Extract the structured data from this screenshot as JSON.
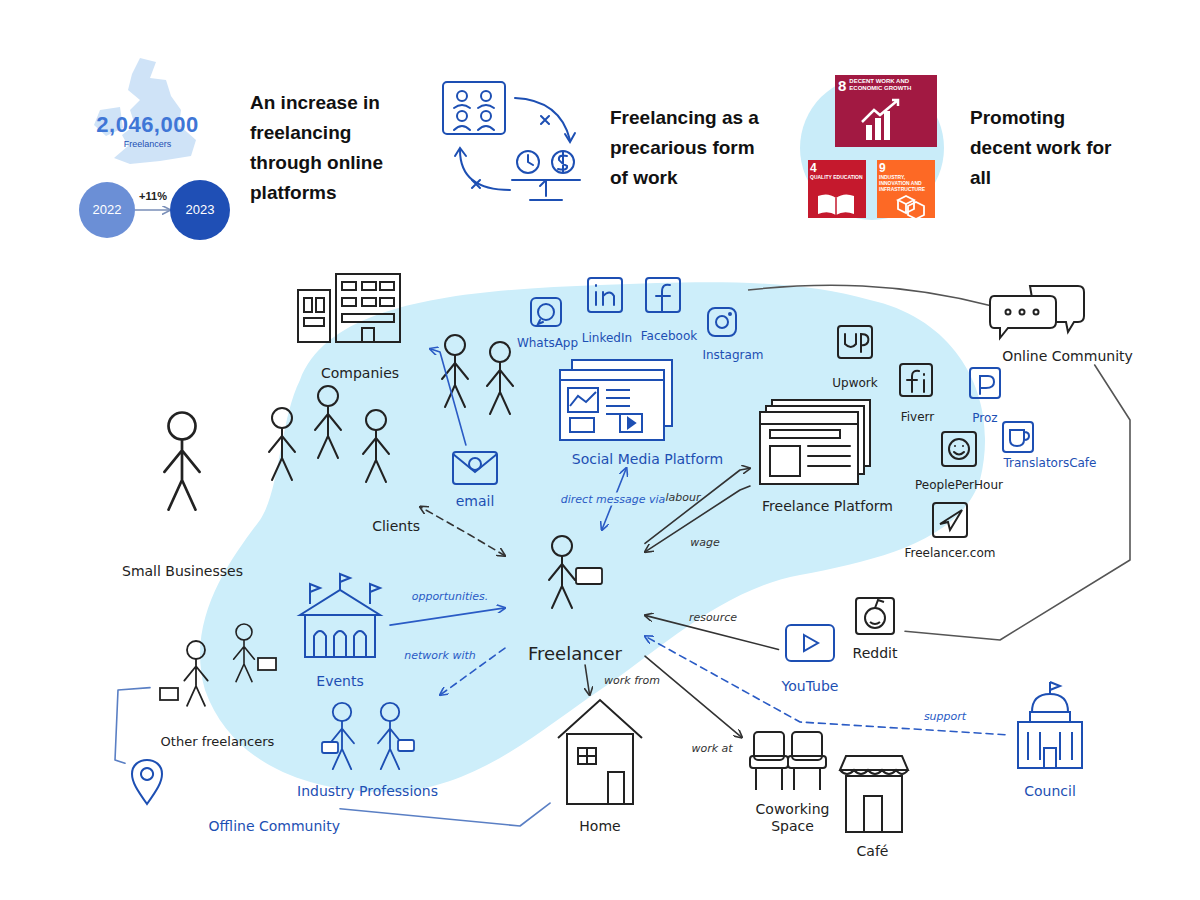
{
  "diagram": {
    "nodes": [
      {
        "text": [
          "2,046,000",
          "Freelancers"
        ]
      },
      {
        "text": [
          "2022"
        ]
      },
      {
        "text": [
          "2023"
        ]
      },
      {
        "text": [
          "8",
          "DECENT WORK AND ECONOMIC GROWTH"
        ]
      },
      {
        "text": [
          "4",
          "QUALITY EDUCATION"
        ]
      },
      {
        "text": [
          "9",
          "INDUSTRY, INNOVATION AND INFRASTRUCTURE"
        ]
      },
      {
        "text": [
          "Companies"
        ]
      },
      {
        "text": [
          "Clients"
        ]
      },
      {
        "text": [
          "Small Businesses"
        ]
      },
      {
        "text": [
          "email"
        ]
      },
      {
        "text": [
          "WhatsApp"
        ]
      },
      {
        "text": [
          "LinkedIn"
        ]
      },
      {
        "text": [
          "Facebook"
        ]
      },
      {
        "text": [
          "Instagram"
        ]
      },
      {
        "text": [
          "Social Media Platform"
        ]
      },
      {
        "text": [
          "Upwork"
        ]
      },
      {
        "text": [
          "Fiverr"
        ]
      },
      {
        "text": [
          "Proz"
        ]
      },
      {
        "text": [
          "TranslatorsCafe"
        ]
      },
      {
        "text": [
          "PeoplePerHour"
        ]
      },
      {
        "text": [
          "Freelancer.com"
        ]
      },
      {
        "text": [
          "Freelance Platform"
        ]
      },
      {
        "text": [
          "Freelancer"
        ]
      },
      {
        "text": [
          "Events"
        ]
      },
      {
        "text": [
          "Industry Professions"
        ]
      },
      {
        "text": [
          "Other freelancers"
        ]
      },
      {
        "text": [
          "Offline Community"
        ]
      },
      {
        "text": [
          "Home"
        ]
      },
      {
        "text": [
          "Coworking Space"
        ]
      },
      {
        "text": [
          "Café"
        ]
      },
      {
        "text": [
          "YouTube"
        ]
      },
      {
        "text": [
          "Reddit"
        ]
      },
      {
        "text": [
          "Council"
        ]
      },
      {
        "text": [
          "Online Community"
        ]
      }
    ],
    "edges": [
      {
        "from": 1,
        "to": 2,
        "arrow": "to",
        "label": "+11%"
      },
      {
        "from": 22,
        "to": 7,
        "arrow": "both"
      },
      {
        "from": 9,
        "to": 6,
        "arrow": "to"
      },
      {
        "from": 22,
        "to": 14,
        "arrow": "both",
        "label": "direct message via"
      },
      {
        "from": 22,
        "to": 21,
        "arrow": "to",
        "label": "labour"
      },
      {
        "from": 21,
        "to": 22,
        "arrow": "to",
        "label": "wage"
      },
      {
        "from": 23,
        "to": 22,
        "arrow": "to",
        "label": "opportunities."
      },
      {
        "from": 22,
        "to": 24,
        "arrow": "to",
        "label": "network with"
      },
      {
        "from": 30,
        "to": 22,
        "arrow": "to",
        "label": "resource"
      },
      {
        "from": 32,
        "to": 22,
        "arrow": "to",
        "label": "support"
      },
      {
        "from": 22,
        "to": 27,
        "arrow": "to",
        "label": "work from"
      },
      {
        "from": 22,
        "to": 28,
        "arrow": "to",
        "label": "work at"
      },
      {
        "from": 33,
        "to": 31,
        "arrow": "none"
      },
      {
        "from": 26,
        "to": 25,
        "arrow": "none"
      },
      {
        "from": 26,
        "to": 27,
        "arrow": "none"
      }
    ],
    "labels": [
      "An increase in freelancing through online platforms",
      "Freelancing as a precarious form of work",
      "Promoting decent work for all"
    ]
  }
}
